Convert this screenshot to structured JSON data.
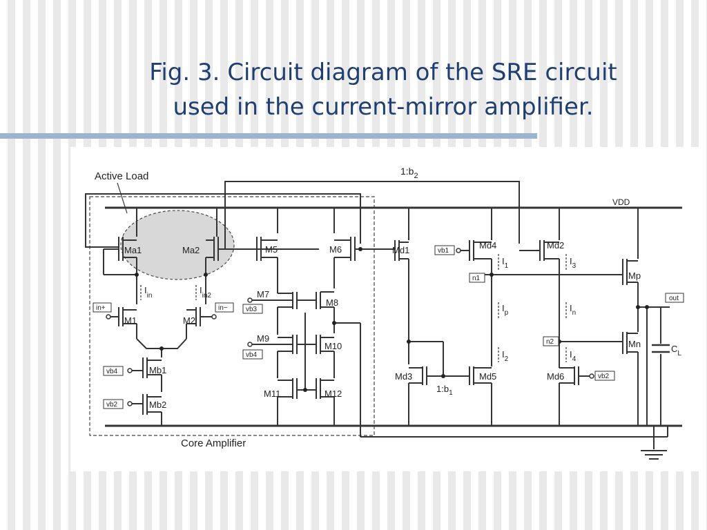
{
  "slide": {
    "title_line1": "Fig. 3. Circuit diagram of the SRE circuit",
    "title_line2": "used in the current-mirror amplifier."
  },
  "diagram": {
    "group_labels": {
      "active_load": "Active Load",
      "core_amplifier": "Core Amplifier"
    },
    "rails": {
      "vdd": "VDD"
    },
    "transistors": {
      "ma1": "Ma1",
      "ma2": "Ma2",
      "m1": "M1",
      "m2": "M2",
      "mb1": "Mb1",
      "mb2": "Mb2",
      "m5": "M5",
      "m6": "M6",
      "m7": "M7",
      "m8": "M8",
      "m9": "M9",
      "m10": "M10",
      "m11": "M11",
      "m12": "M12",
      "md1": "Md1",
      "md2": "Md2",
      "md3": "Md3",
      "md4": "Md4",
      "md5": "Md5",
      "md6": "Md6",
      "mp": "Mp",
      "mn": "Mn"
    },
    "terminals": {
      "in_plus": "in+",
      "in_minus": "in−",
      "vb1": "vb1",
      "vb2_right": "vb2",
      "vb2_left": "vb2",
      "vb3": "vb3",
      "vb4_left": "vb4",
      "vb4_mid": "vb4",
      "n1": "n1",
      "n2": "n2",
      "out": "out"
    },
    "currents": {
      "iin": "I",
      "iin_sub": "in",
      "iin2": "I",
      "iin2_sub": "in2",
      "i1": "I",
      "i1_sub": "1",
      "i3": "I",
      "i3_sub": "3",
      "ip": "I",
      "ip_sub": "p",
      "in": "I",
      "in_sub": "n",
      "i2": "I",
      "i2_sub": "2",
      "i4": "I",
      "i4_sub": "4"
    },
    "ratios": {
      "b2": "1:b",
      "b2_sub": "2",
      "b1": "1:b",
      "b1_sub": "1"
    },
    "capacitor": {
      "label": "C",
      "label_sub": "L"
    }
  }
}
